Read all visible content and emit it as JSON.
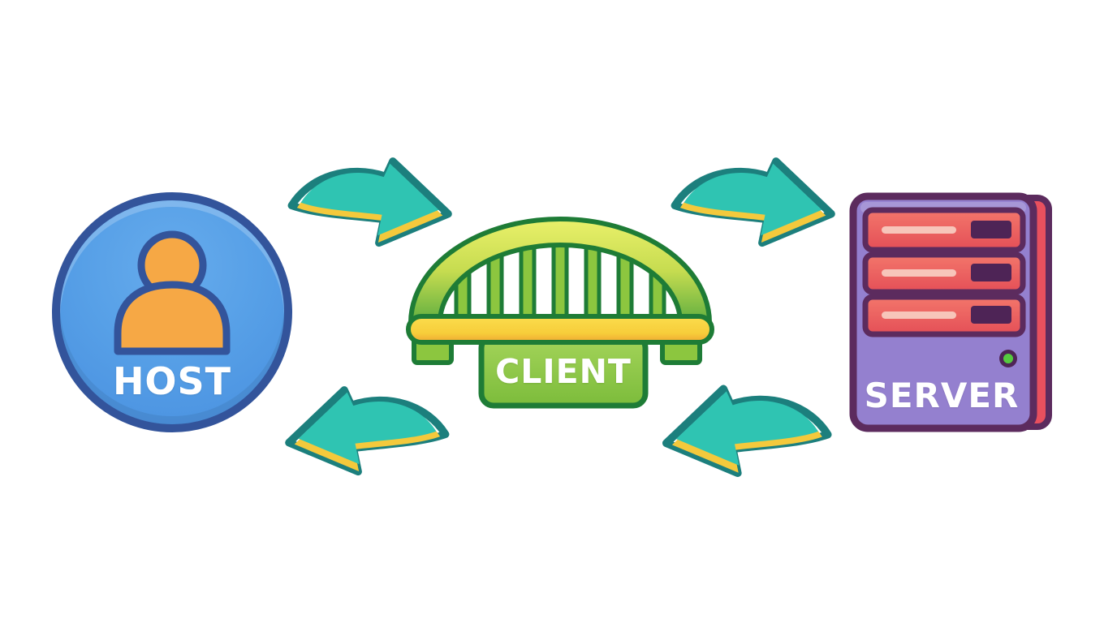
{
  "background": "#ffffff",
  "nodes": {
    "host": {
      "label": "HOST",
      "icon": "person-icon",
      "shape": "circle",
      "fill": "#57a0e7",
      "outline": "#33549b",
      "icon_color": "#f6a845",
      "label_color": "#ffffff"
    },
    "client": {
      "label": "CLIENT",
      "icon": "bridge-icon",
      "shape": "bridge-badge",
      "fill": "#8cc63f",
      "outline": "#1e7c36",
      "deck_color": "#f8d03c",
      "arch_color": "#dce54f",
      "label_color": "#ffffff"
    },
    "server": {
      "label": "SERVER",
      "icon": "server-rack-icon",
      "shape": "rounded-rect",
      "fill": "#9480cf",
      "outline": "#5c2b5e",
      "slab_color": "#ea5a5f",
      "side_strip_color": "#e8505e",
      "led_color": "#55ca3f",
      "label_color": "#ffffff"
    }
  },
  "arrows": [
    {
      "name": "host-to-client-arrow",
      "position": "top-left",
      "direction": "right"
    },
    {
      "name": "client-to-server-arrow",
      "position": "top-right",
      "direction": "right"
    },
    {
      "name": "client-to-host-arrow",
      "position": "bottom-left",
      "direction": "left"
    },
    {
      "name": "server-to-client-arrow",
      "position": "bottom-right",
      "direction": "left"
    }
  ],
  "arrow_style": {
    "fill": "#2fc4b2",
    "band": "#f4c93c",
    "outline": "#1c7f7d",
    "inner_margin": "#ffffff"
  }
}
